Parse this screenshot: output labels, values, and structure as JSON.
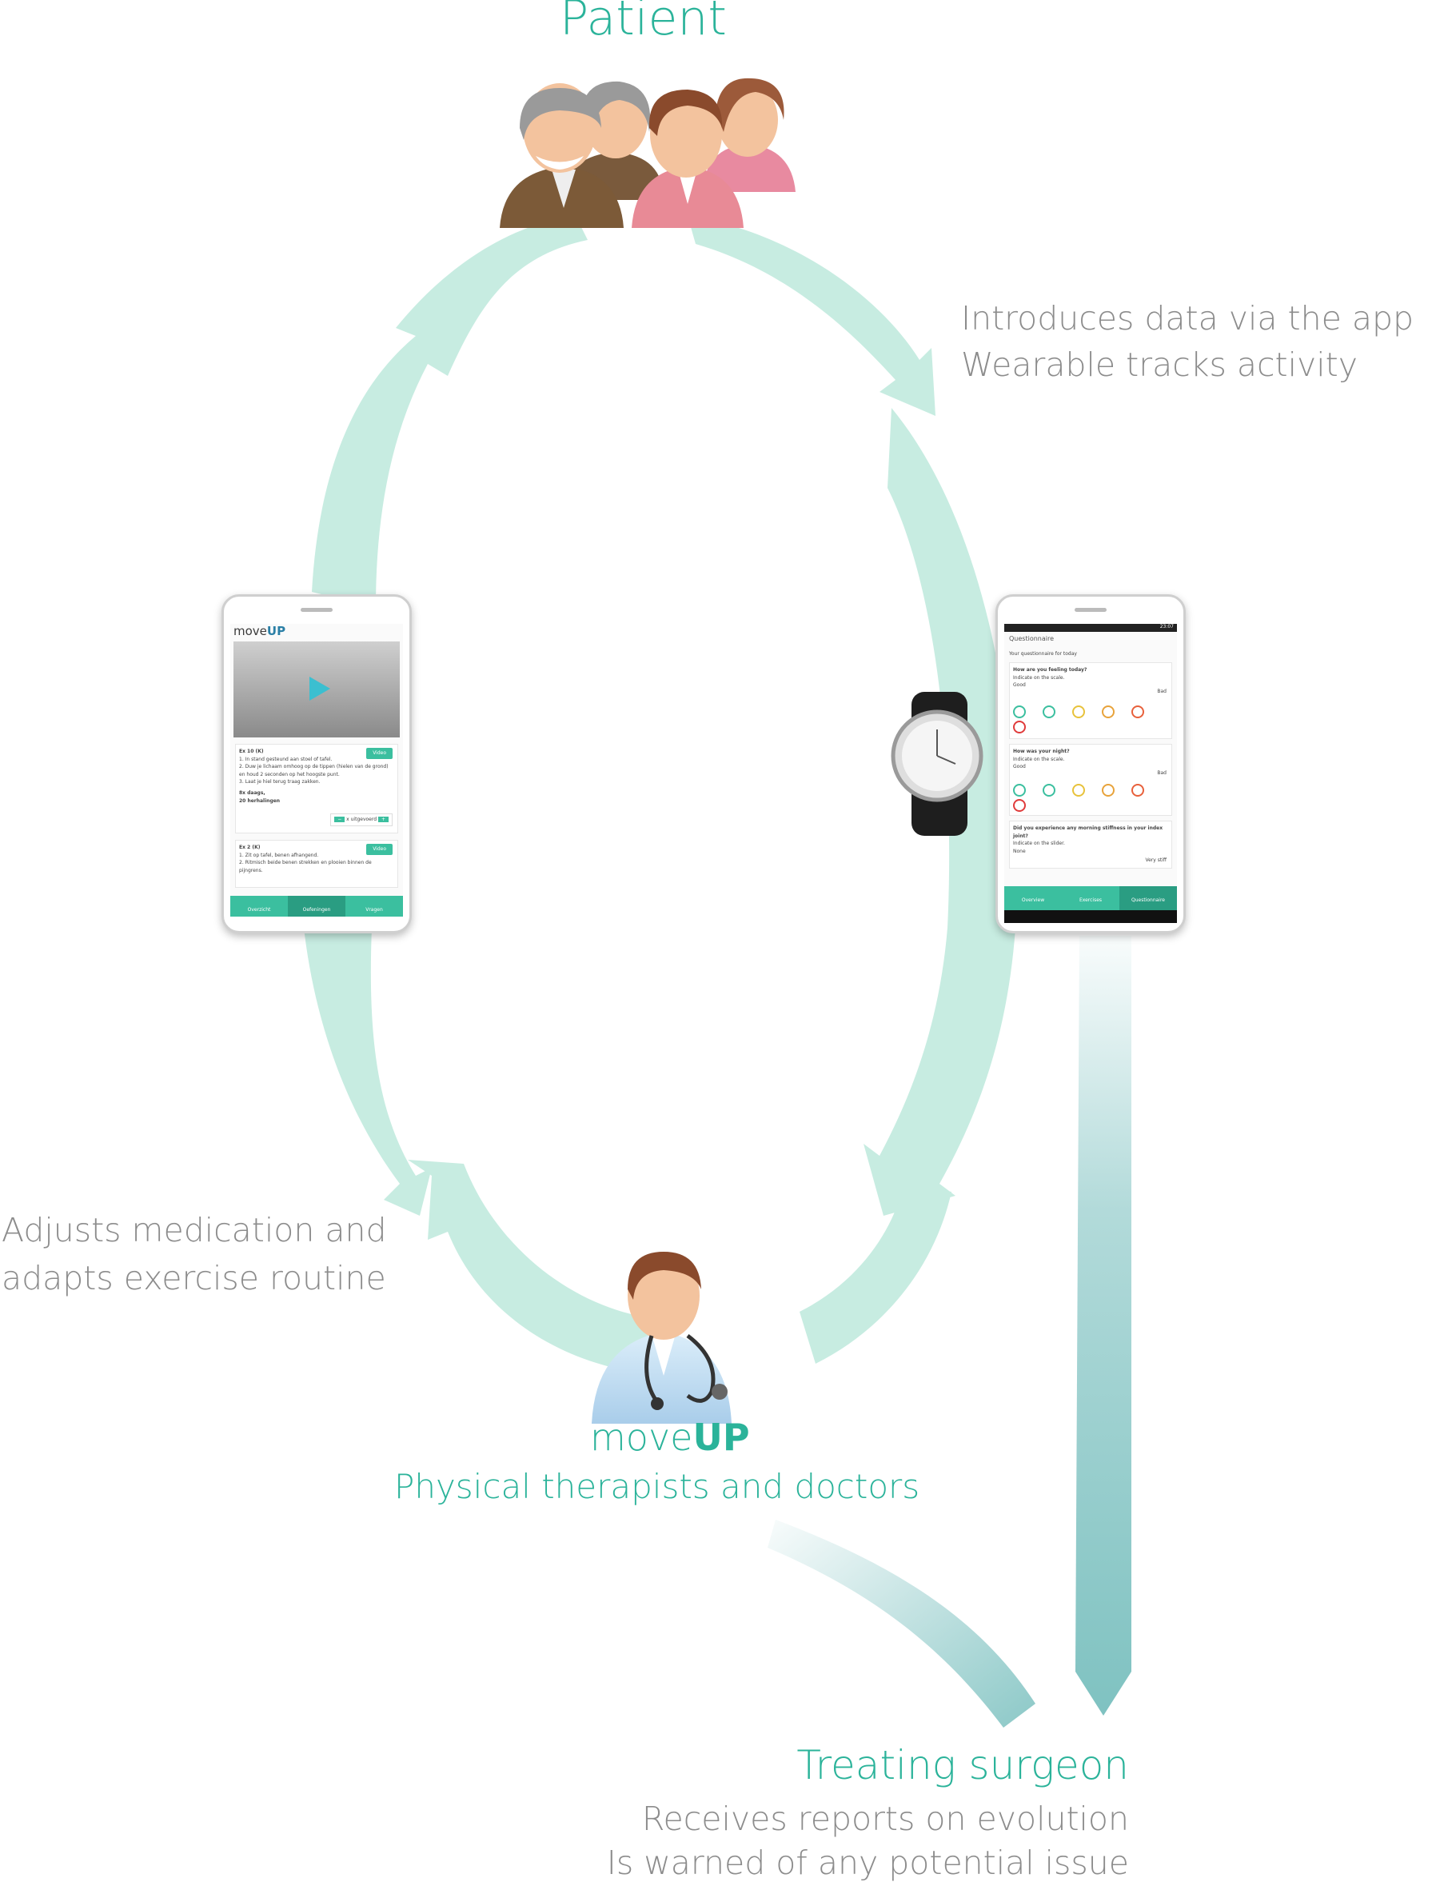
{
  "colors": {
    "cycle": "#c7ece1",
    "teal_text": "#2bb39a",
    "grey_text": "#8c8c8c",
    "report_arrow": "#7fc2c1"
  },
  "labels": {
    "patient": "Patient",
    "patient_action_1": "Introduces data via the app",
    "patient_action_2": "Wearable tracks activity",
    "doctor_action_1": "Adjusts medication and",
    "doctor_action_2": "adapts exercise routine",
    "moveup_brand_prefix": "move",
    "moveup_brand_suffix": "UP",
    "doctors": "Physical therapists and doctors",
    "surgeon": "Treating surgeon",
    "surgeon_line_1": "Receives reports on evolution",
    "surgeon_line_2": "Is warned of any potential issue"
  },
  "left_phone": {
    "brand_prefix": "move",
    "brand_suffix": "UP",
    "ex1_title": "Ex 10 (K)",
    "ex1_video": "Video",
    "ex1_steps": [
      "1. In stand gesteund aan stoel of tafel.",
      "2. Duw je lichaam omhoog op de tippen (hielen van de grond) en houd 2 seconden op het hoogste punt.",
      "3. Laat je hiel terug traag zakken."
    ],
    "ex1_freq": "8x daags,",
    "ex1_reps": "20 herhalingen",
    "ex1_counter": "x uitgevoerd",
    "ex2_title": "Ex 2 (K)",
    "ex2_video": "Video",
    "ex2_steps": [
      "1. Zit op tafel, benen afhangend.",
      "2. Ritmisch beide benen strekken en plooien binnen de pijngrens."
    ],
    "nav": [
      "Overzicht",
      "Oefeningen",
      "Vragen"
    ]
  },
  "right_phone": {
    "status_time": "23:07",
    "title": "Questionnaire",
    "subtitle": "Your questionnaire for today",
    "q1": "How are you feeling today?",
    "q1_hint": "Indicate on the scale.",
    "q1_low": "Good",
    "q1_high": "Bad",
    "q2": "How was your night?",
    "q2_hint": "Indicate on the scale.",
    "q2_low": "Good",
    "q2_high": "Bad",
    "q3": "Did you experience any morning stiffness in your index joint?",
    "q3_hint": "Indicate on the slider.",
    "q3_low": "None",
    "q3_high": "Very stiff",
    "nav": [
      "Overview",
      "Exercises",
      "Questionnaire"
    ]
  }
}
